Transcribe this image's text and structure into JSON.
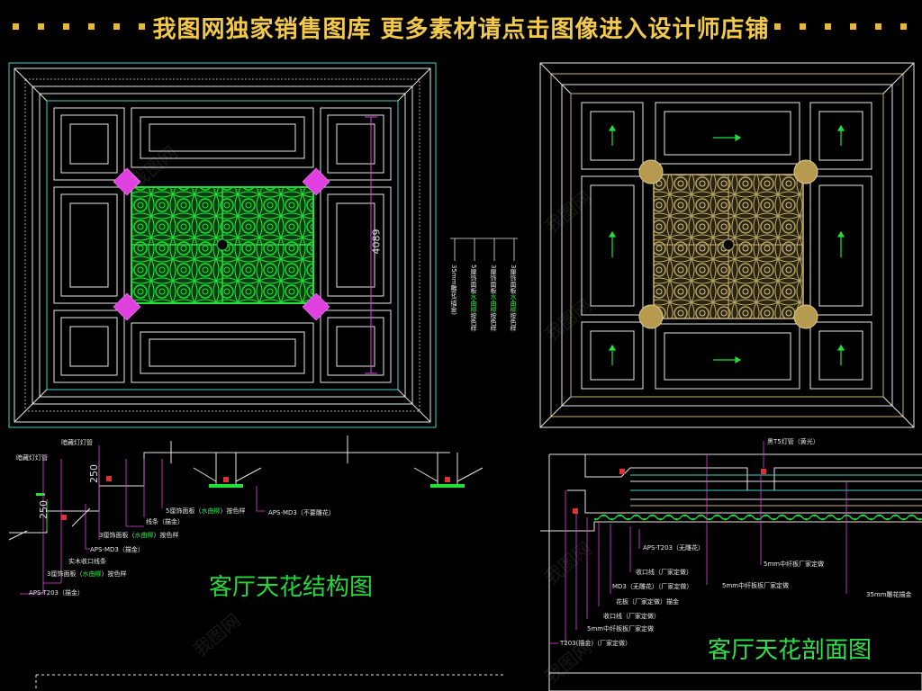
{
  "banner": {
    "title": "我图网独家销售图库 更多素材请点击图像进入设计师店铺"
  },
  "captions": {
    "structure": "客厅天花结构图",
    "section": "客厅天花剖面图"
  },
  "plan_left": {
    "dimension": "4089",
    "callouts": [
      {
        "num": "35",
        "line1": "mm雕花",
        "line2": "(描金)",
        "green": "",
        "line3": ""
      },
      {
        "num": "5",
        "line1": "厘饰面板",
        "line2": "",
        "green": "水曲柳",
        "line3": "按色样"
      },
      {
        "num": "3",
        "line1": "厘饰面板",
        "line2": "",
        "green": "水曲柳",
        "line3": "按色样"
      },
      {
        "num": "3",
        "line1": "厘饰面板",
        "line2": "",
        "green": "水曲柳",
        "line3": "按色样"
      }
    ]
  },
  "section_left": {
    "dims": [
      "250",
      "250"
    ],
    "labels": {
      "lamp1": "暗藏灯灯管",
      "lamp2": "暗藏灯灯管",
      "panel5": "5厘饰面板",
      "panel5_green": "水曲柳",
      "panel5_tail": "按色样",
      "mdf": "APS-MD3（不要雕花）",
      "strip": "线条（描金）",
      "panel3a": "3厘饰面板",
      "panel3a_green": "水曲柳",
      "panel3a_tail": "按色样",
      "aps_md3": "APS-MD3（描金）",
      "wood_edge": "实木收口线条",
      "panel3b": "3厘饰面板",
      "panel3b_green": "水曲柳",
      "panel3b_tail": "按色样",
      "aps_t203": "APS-T203（描金）"
    }
  },
  "section_right": {
    "labels": {
      "t5": "黑T5灯管（黄光）",
      "aps_t203": "APS-T203（无雕花）",
      "edge1": "收口线（厂家定做）",
      "md3": "MD3（无雕花）（厂家定做）",
      "panel_board": "花板（厂家定做）描金",
      "edge2": "收口线（厂家定做）",
      "board5a": "5mm中纤板板厂家定做",
      "t203": "T203(描金)（厂家定做）",
      "board5b": "5mm中纤板厂家定做",
      "board5c": "5mm中纤板板厂家定做",
      "carve35": "35mm雕花描金"
    }
  },
  "watermark": "我图网",
  "colors": {
    "background": "#000000",
    "banner_text": "#f2c94a",
    "caption": "#22d93a",
    "carving_green": "#22e03a",
    "accent_magenta": "#e040e0",
    "frame_cyan": "#3fd0d0",
    "line_white": "#e6e6e6",
    "gold": "#c8b272"
  }
}
